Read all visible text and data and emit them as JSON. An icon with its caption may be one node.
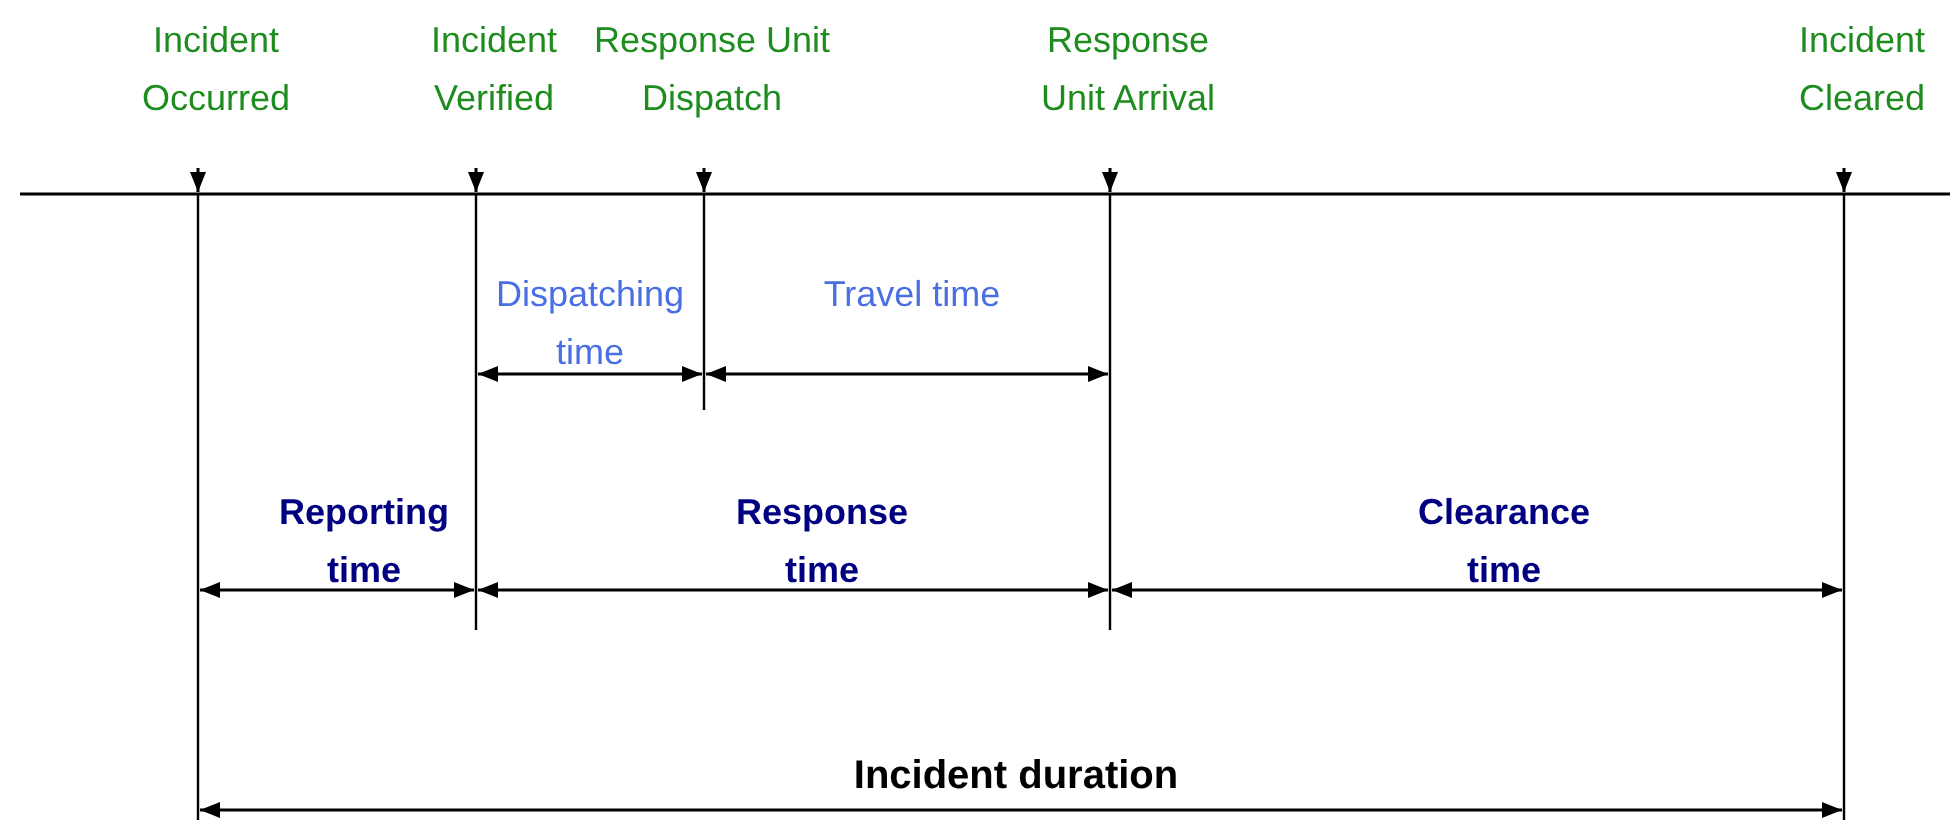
{
  "diagram": {
    "labels": [
      "Incident Occurred",
      "Incident Verified",
      "Response Unit Dispatch",
      "Response Unit Arrival",
      "Incident Cleared",
      "Dispatching time",
      "Travel time",
      "Reporting time",
      "Response time",
      "Clearance time",
      "Incident duration"
    ]
  }
}
